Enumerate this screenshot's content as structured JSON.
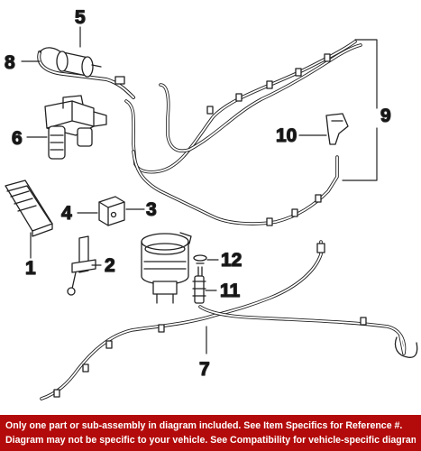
{
  "callouts": {
    "c1": "1",
    "c2": "2",
    "c3": "3",
    "c4": "4",
    "c5": "5",
    "c6": "6",
    "c7": "7",
    "c8": "8",
    "c9": "9",
    "c10": "10",
    "c11": "11",
    "c12": "12"
  },
  "footer": {
    "line1": "Only one part or sub-assembly in diagram included. See Item Specifics for Reference #.",
    "line2": "Diagram may not be specific to your vehicle. See Compatibility for vehicle-specific diagrams."
  },
  "colors": {
    "footer_background": "#b30b0b",
    "footer_text": "#ffffff",
    "line_art": "#222222",
    "callout_text": "#111111"
  }
}
